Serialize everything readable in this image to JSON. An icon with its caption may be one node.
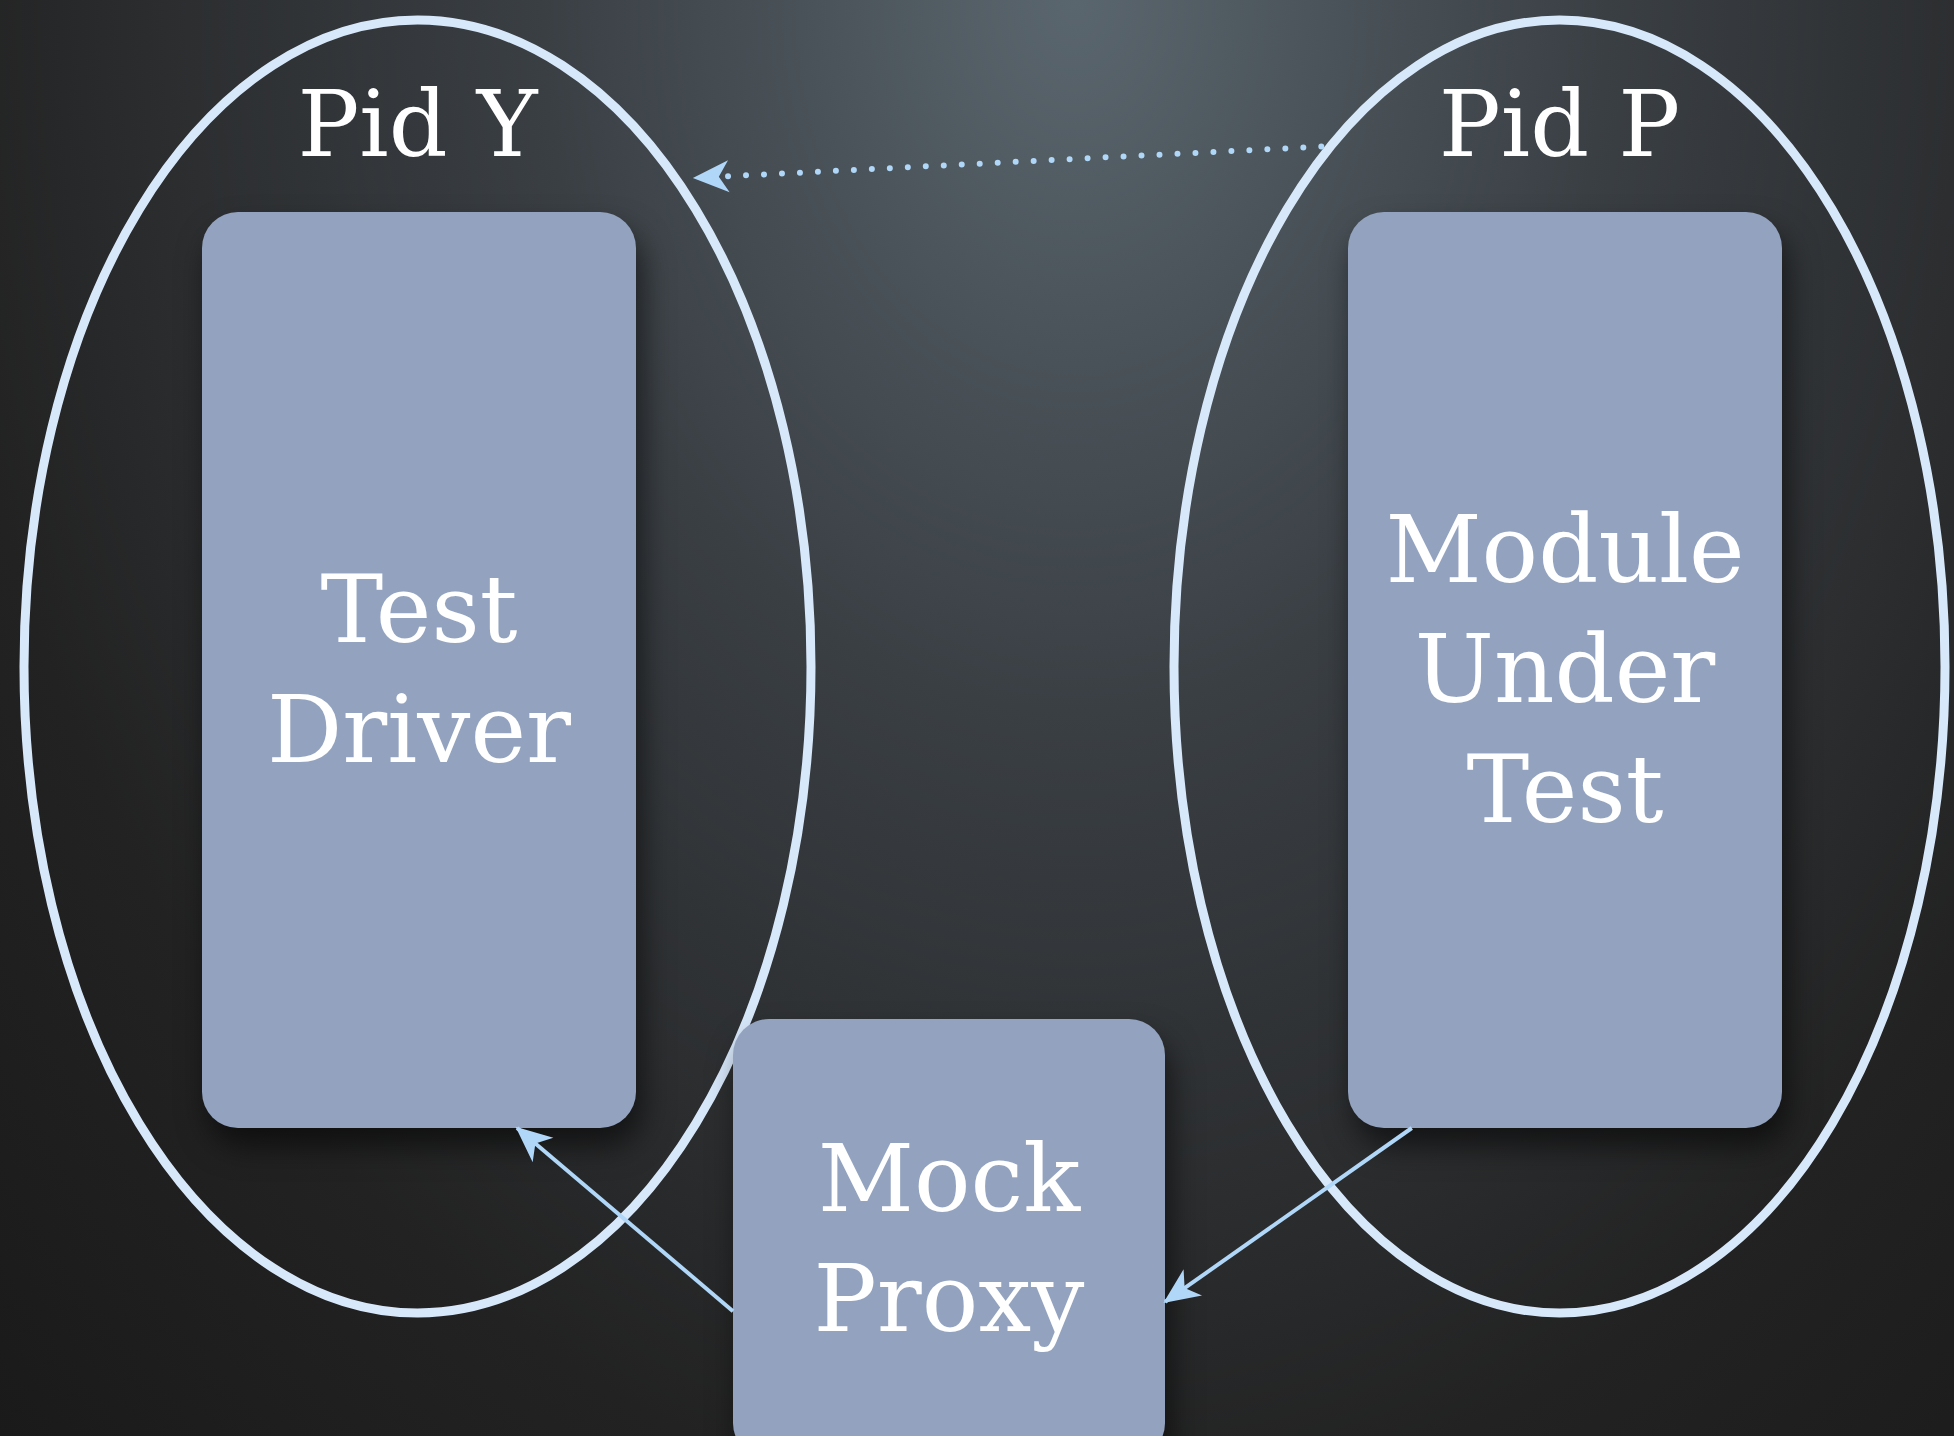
{
  "diagram": {
    "nodes": [
      {
        "text": [
          "Pid Y"
        ]
      },
      {
        "text": [
          "Test Driver"
        ],
        "in": 0
      },
      {
        "text": [
          "Pid P"
        ]
      },
      {
        "text": [
          "Module Under Test"
        ],
        "in": 2
      },
      {
        "text": [
          "Mock Proxy"
        ]
      }
    ],
    "edges": [
      {
        "from": 2,
        "to": 0,
        "arrow": "to",
        "style": "dashed"
      },
      {
        "from": 3,
        "to": 4,
        "arrow": "to"
      },
      {
        "from": 4,
        "to": 1,
        "arrow": "to"
      }
    ]
  }
}
